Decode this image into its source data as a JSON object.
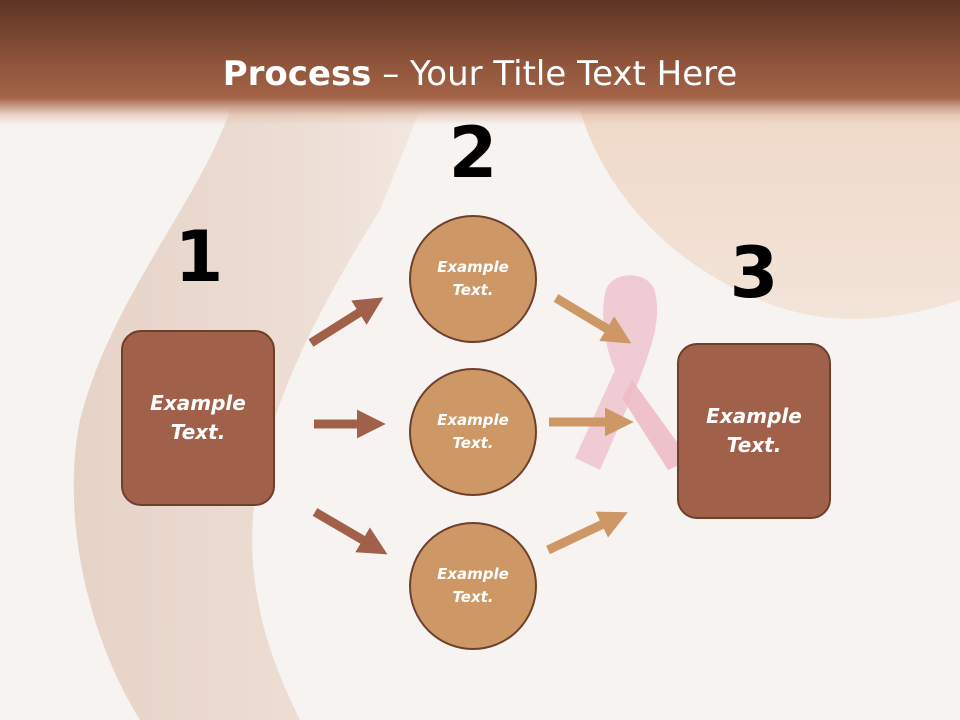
{
  "header": {
    "title_bold": "Process",
    "title_rest": " – Your Title Text Here"
  },
  "steps": {
    "step1": {
      "number": "1",
      "label": "Example Text."
    },
    "step2": {
      "number": "2"
    },
    "step3": {
      "number": "3",
      "label": "Example Text."
    }
  },
  "circles": [
    "Example Text.",
    "Example Text.",
    "Example Text."
  ],
  "colors": {
    "header": "#8a5138",
    "box_fill": "#a1604a",
    "circle_fill": "#cd9865",
    "outline": "#6e3f2d",
    "arrow_dark": "#a1604a",
    "arrow_light": "#cd9865"
  }
}
